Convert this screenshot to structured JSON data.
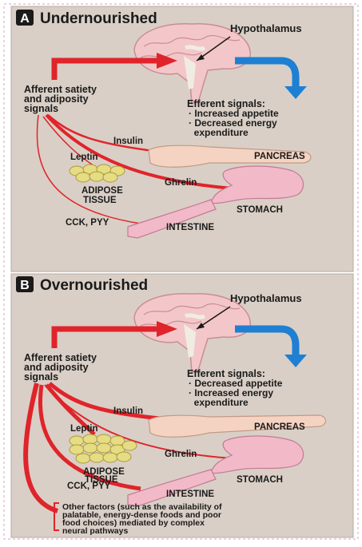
{
  "colors": {
    "panel_bg": "#d9cfc6",
    "panel_border": "#b8a9a0",
    "red": "#e0242b",
    "blue": "#1e7fd3",
    "pink": "#f2b9c9",
    "fat": "#e6dc84"
  },
  "panel_a": {
    "badge": "A",
    "title": "Undernourished",
    "hypothalamus": "Hypothalamus",
    "afferent_1": "Afferent satiety",
    "afferent_2": "and adiposity",
    "afferent_3": "signals",
    "efferent_title": "Efferent signals:",
    "efferent_1": "· Increased appetite",
    "efferent_2": "· Decreased energy",
    "efferent_3": "  expenditure",
    "insulin": "Insulin",
    "leptin": "Leptin",
    "pancreas": "PANCREAS",
    "ghrelin": "Ghrelin",
    "adipose_1": "ADIPOSE",
    "adipose_2": "TISSUE",
    "stomach": "STOMACH",
    "cck": "CCK, PYY",
    "intestine": "INTESTINE"
  },
  "panel_b": {
    "badge": "B",
    "title": "Overnourished",
    "hypothalamus": "Hypothalamus",
    "afferent_1": "Afferent satiety",
    "afferent_2": "and adiposity",
    "afferent_3": "signals",
    "efferent_title": "Efferent signals:",
    "efferent_1": "· Decreased appetite",
    "efferent_2": "· Increased energy",
    "efferent_3": "  expenditure",
    "insulin": "Insulin",
    "leptin": "Leptin",
    "pancreas": "PANCREAS",
    "ghrelin": "Ghrelin",
    "adipose_1": "ADIPOSE",
    "adipose_2": "TISSUE",
    "stomach": "STOMACH",
    "cck": "CCK, PYY",
    "intestine": "INTESTINE",
    "other_1": "Other factors (such as the availability of",
    "other_2": "palatable, energy-dense foods and poor",
    "other_3": "food choices) mediated by complex",
    "other_4": "neural pathways"
  }
}
